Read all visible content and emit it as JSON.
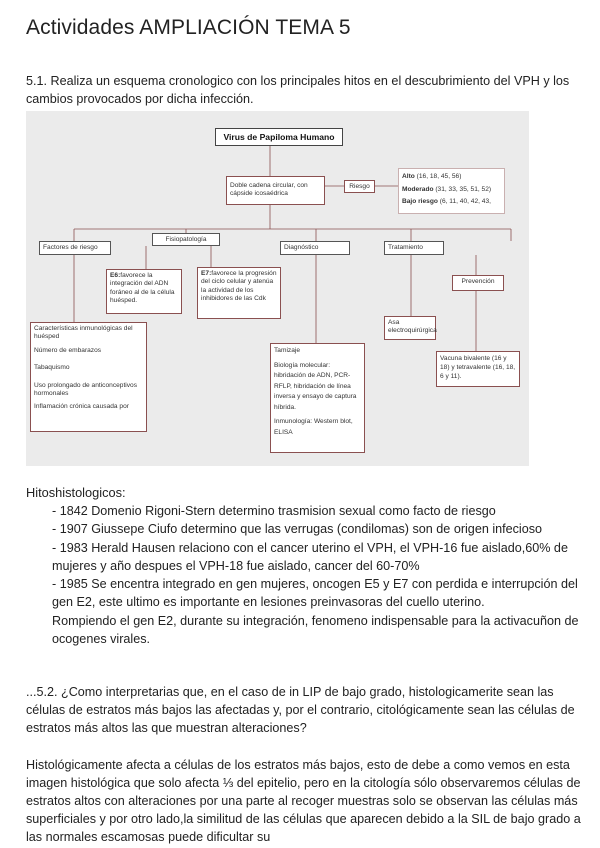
{
  "doc": {
    "title": "Actividades AMPLIACIÓN TEMA 5",
    "q1": "5.1. Realiza un esquema cronologico con los principales hitos en el descubrimiento del VPH y los cambios provocados por dicha infección.",
    "diagram": {
      "root": "Virus de Papiloma Humano",
      "doble": "Doble cadena circular, con cápside icosaédrica",
      "riesgo": "Riesgo",
      "alto_label": "Alto",
      "alto": "(16, 18, 45, 56)",
      "moderado_label": "Moderado",
      "moderado": "(31, 33, 35, 51, 52)",
      "bajo_label": "Bajo riesgo",
      "bajo": "(6, 11, 40, 42, 43,",
      "fisiopatologia": "Fisiopatología",
      "factores": "Factores de riesgo",
      "diagnostico": "Diagnóstico",
      "tratamiento": "Tratamiento",
      "e6_label": "E6:",
      "e6": "favorece la integración del ADN foráneo al de la célula huésped.",
      "e7_label": "E7:",
      "e7": "favorece la progresión del ciclo celular y atenúa la actividad de los inhibidores de las Cdk",
      "prevencion": "Prevención",
      "asa": "Asa electroquirúrgica",
      "factores_list": [
        "Características inmunológicas del huésped",
        "Número de embarazos",
        "Tabaquismo",
        "Uso prolongado de anticonceptivos hormonales",
        "Inflamación crónica causada por"
      ],
      "diag_list": [
        "Tamizaje",
        "Biología molecular: hibridación de ADN, PCR-RFLP, hibridación de línea inversa y ensayo de captura híbrida.",
        "Inmunología: Western blot, ELISA"
      ],
      "vacuna": "Vacuna bivalente (16 y 18) y tetravalente (16, 18, 6 y 11)."
    },
    "hitos_title": "Hitoshistologicos:",
    "hitos": [
      "- 1842 Domenio Rigoni-Stern determino trasmision sexual como facto de riesgo",
      "- 1907 Giussepe Ciufo determino que las verrugas (condilomas) son de origen infecioso",
      "- 1983 Herald Hausen relaciono con el cancer uterino el VPH, el VPH-16 fue aislado,60% de mujeres y año despues el VPH-18 fue aislado, cancer del 60-70%",
      "- 1985 Se encentra integrado en gen mujeres, oncogen E5 y E7 con perdida e interrupción del gen E2, este ultimo es importante en lesiones preinvasoras del cuello uterino.",
      "Rompiendo el gen E2, durante su integración, fenomeno indispensable para la activacuñon de ocogenes virales."
    ],
    "q2": "...5.2. ¿Como interpretarias que, en el caso de in LIP de bajo grado, histologicamerite sean las células de estratos más bajos las afectadas y, por el contrario, citológicamente sean las células de estratos más altos las que muestran alteraciones?",
    "answer": "Histológicamente afecta a células de los estratos más bajos, esto de debe a como vemos en esta imagen histológica que solo afecta ⅓ del epitelio, pero en la citología sólo observaremos células de estratos altos con alteraciones por una parte al recoger muestras solo se observan las células más superficiales y por otro lado,la similitud de las células que aparecen debido a la SIL de bajo grado a las normales escamosas puede dificultar su"
  }
}
